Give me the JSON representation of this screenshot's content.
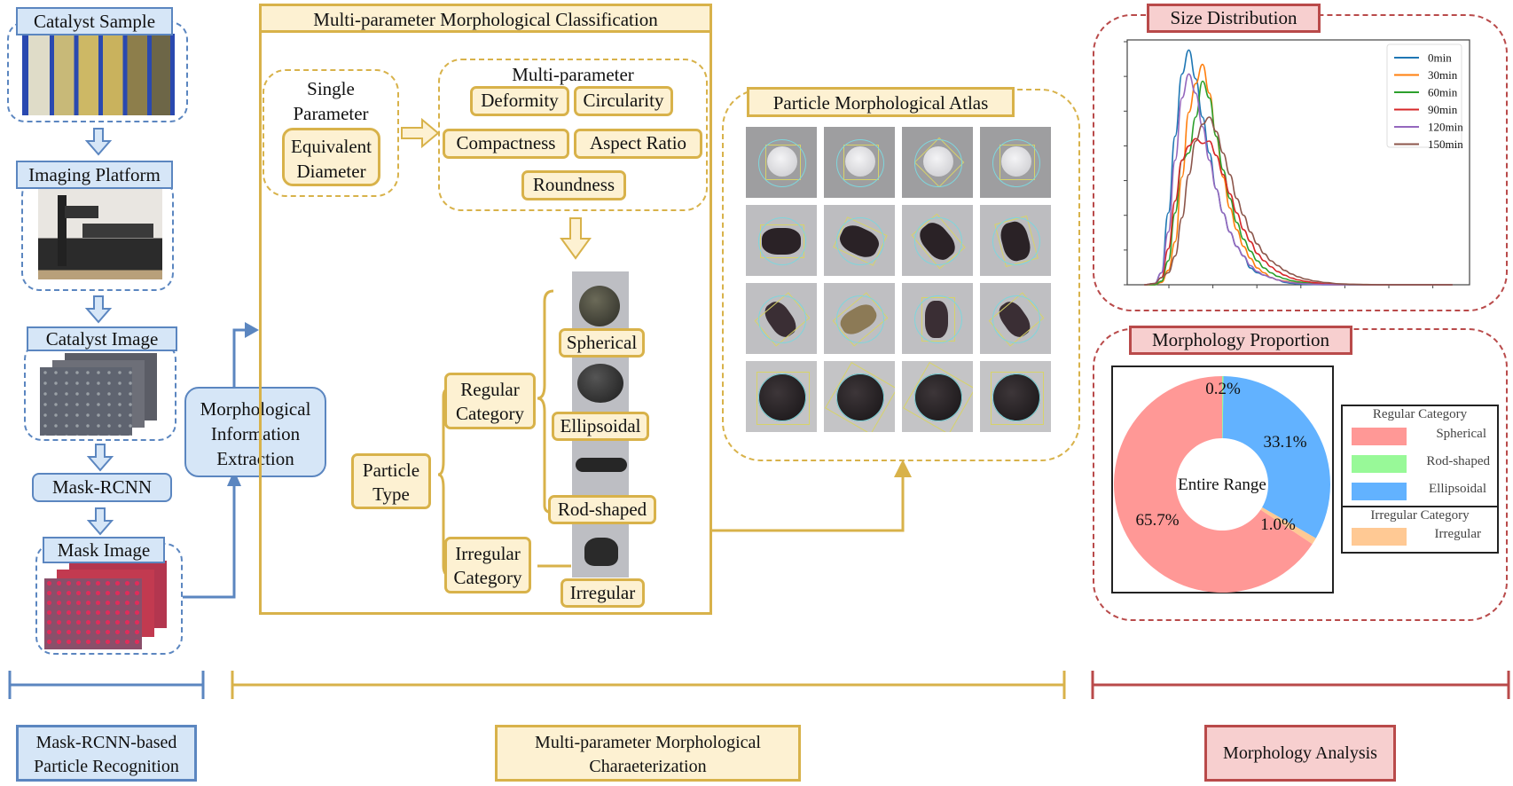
{
  "pipeline": {
    "steps": [
      {
        "label": "Catalyst Sample"
      },
      {
        "label": "Imaging Platform"
      },
      {
        "label": "Catalyst Image"
      },
      {
        "label": "Mask-RCNN"
      },
      {
        "label": "Mask Image"
      }
    ],
    "extraction_label": "Morphological Information Extraction",
    "extraction_lines": [
      "Morphological",
      "Information",
      "Extraction"
    ]
  },
  "classification": {
    "title": "Multi-parameter Morphological Classification",
    "single": {
      "heading_lines": [
        "Single",
        "Parameter"
      ],
      "item_lines": [
        "Equivalent",
        "Diameter"
      ]
    },
    "multi": {
      "heading": "Multi-parameter",
      "items": [
        "Deformity",
        "Circularity",
        "Compactness",
        "Aspect Ratio",
        "Roundness"
      ]
    },
    "tree": {
      "root_lines": [
        "Particle",
        "Type"
      ],
      "regular_lines": [
        "Regular",
        "Category"
      ],
      "irregular_lines": [
        "Irregular",
        "Category"
      ],
      "leaves": [
        "Spherical",
        "Ellipsoidal",
        "Rod-shaped",
        "Irregular"
      ]
    }
  },
  "atlas": {
    "title": "Particle Morphological Atlas",
    "rows": 4,
    "cols": 4
  },
  "size_distribution": {
    "title": "Size Distribution"
  },
  "morphology_proportion": {
    "title": "Morphology Proportion",
    "center_label": "Entire Range",
    "legend": {
      "groups": [
        {
          "title": "Regular Category",
          "items": [
            {
              "label": "Spherical",
              "color": "#ff9896"
            },
            {
              "label": "Rod-shaped",
              "color": "#98f998"
            },
            {
              "label": "Ellipsoidal",
              "color": "#62b2ff"
            }
          ]
        },
        {
          "title": "Irregular Category",
          "items": [
            {
              "label": "Irregular",
              "color": "#ffc994"
            }
          ]
        }
      ]
    }
  },
  "stages": [
    {
      "lines": [
        "Mask-RCNN-based",
        "Particle Recognition"
      ],
      "color": "#5b86c0"
    },
    {
      "lines": [
        "Multi-parameter Morphological",
        "Charaeterization"
      ],
      "color": "#d8b24a"
    },
    {
      "lines": [
        "Morphology Analysis"
      ],
      "color": "#b94a4a"
    }
  ],
  "chart_data": [
    {
      "type": "line",
      "title": "Size Distribution",
      "xlabel": "",
      "ylabel": "",
      "x_tick_labels": [],
      "y_tick_labels": [],
      "xlim": [
        0,
        1
      ],
      "ylim": [
        0,
        1
      ],
      "legend_position": "top-right",
      "grid": false,
      "x": [
        0.05,
        0.08,
        0.1,
        0.12,
        0.14,
        0.16,
        0.18,
        0.2,
        0.22,
        0.24,
        0.26,
        0.28,
        0.3,
        0.32,
        0.34,
        0.36,
        0.38,
        0.4,
        0.42,
        0.44,
        0.46,
        0.48,
        0.5,
        0.52,
        0.55,
        0.58,
        0.62,
        0.66,
        0.7,
        0.75,
        0.85,
        0.95
      ],
      "series": [
        {
          "name": "0min",
          "color": "#1f77b4",
          "values": [
            0,
            0.005,
            0.05,
            0.3,
            0.62,
            0.88,
            0.98,
            0.86,
            0.7,
            0.55,
            0.4,
            0.3,
            0.22,
            0.16,
            0.12,
            0.07,
            0.05,
            0.04,
            0.03,
            0.02,
            0.01,
            0.006,
            0.004,
            0.002,
            0.001,
            0,
            0,
            0,
            0,
            0,
            0,
            0
          ]
        },
        {
          "name": "30min",
          "color": "#ff7f0e",
          "values": [
            0,
            0,
            0.01,
            0.06,
            0.18,
            0.45,
            0.72,
            0.84,
            0.92,
            0.8,
            0.62,
            0.45,
            0.32,
            0.23,
            0.16,
            0.11,
            0.07,
            0.05,
            0.03,
            0.02,
            0.015,
            0.01,
            0.007,
            0.005,
            0.003,
            0.001,
            0,
            0,
            0,
            0,
            0,
            0
          ]
        },
        {
          "name": "60min",
          "color": "#2ca02c",
          "values": [
            0,
            0,
            0.015,
            0.1,
            0.3,
            0.52,
            0.55,
            0.7,
            0.85,
            0.78,
            0.62,
            0.48,
            0.36,
            0.26,
            0.19,
            0.14,
            0.1,
            0.07,
            0.05,
            0.035,
            0.025,
            0.017,
            0.012,
            0.008,
            0.004,
            0.002,
            0.001,
            0,
            0,
            0,
            0,
            0
          ]
        },
        {
          "name": "90min",
          "color": "#d62728",
          "values": [
            0,
            0.005,
            0.03,
            0.15,
            0.35,
            0.52,
            0.58,
            0.61,
            0.59,
            0.6,
            0.54,
            0.46,
            0.38,
            0.3,
            0.23,
            0.18,
            0.13,
            0.1,
            0.075,
            0.055,
            0.04,
            0.028,
            0.02,
            0.014,
            0.008,
            0.004,
            0.002,
            0.001,
            0,
            0,
            0,
            0
          ]
        },
        {
          "name": "120min",
          "color": "#9467bd",
          "values": [
            0,
            0.005,
            0.05,
            0.22,
            0.52,
            0.78,
            0.88,
            0.8,
            0.66,
            0.52,
            0.4,
            0.3,
            0.22,
            0.16,
            0.12,
            0.08,
            0.055,
            0.04,
            0.03,
            0.02,
            0.013,
            0.009,
            0.006,
            0.004,
            0.002,
            0.001,
            0,
            0,
            0,
            0,
            0,
            0
          ]
        },
        {
          "name": "150min",
          "color": "#8c564b",
          "values": [
            0,
            0.005,
            0.03,
            0.05,
            0.12,
            0.28,
            0.46,
            0.6,
            0.67,
            0.7,
            0.64,
            0.55,
            0.46,
            0.36,
            0.29,
            0.22,
            0.17,
            0.13,
            0.1,
            0.08,
            0.06,
            0.045,
            0.033,
            0.024,
            0.015,
            0.009,
            0.004,
            0.002,
            0.001,
            0,
            0,
            0
          ]
        }
      ]
    },
    {
      "type": "pie",
      "title": "Morphology Proportion",
      "center_label": "Entire Range",
      "start_angle_deg_from_top_clockwise": 0,
      "slices": [
        {
          "label": "Rod-shaped",
          "value": 0.2,
          "text": "0.2%",
          "color": "#98f998"
        },
        {
          "label": "Ellipsoidal",
          "value": 33.1,
          "text": "33.1%",
          "color": "#62b2ff"
        },
        {
          "label": "Irregular",
          "value": 1.0,
          "text": "1.0%",
          "color": "#ffc994"
        },
        {
          "label": "Spherical",
          "value": 65.7,
          "text": "65.7%",
          "color": "#ff9896"
        }
      ]
    }
  ]
}
